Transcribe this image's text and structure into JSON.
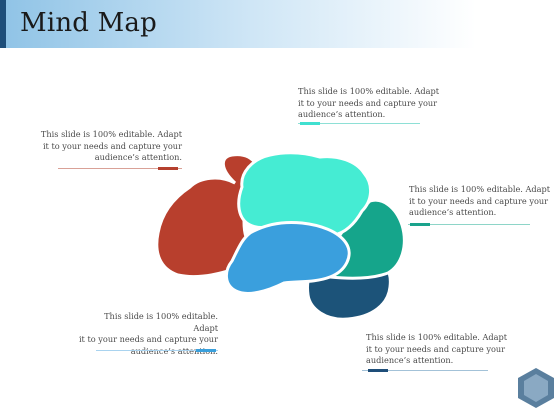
{
  "slide": {
    "title": "Mind Map"
  },
  "notes": [
    {
      "id": "top-center",
      "lines": [
        "This slide is 100% editable. Adapt",
        "it to your needs and capture your",
        "audience’s  attention."
      ],
      "accent_color": "#40e0d0"
    },
    {
      "id": "left-upper",
      "lines": [
        "This slide is 100% editable. Adapt",
        "it to your needs and capture your",
        "audience’s  attention."
      ],
      "accent_color": "#b5402e"
    },
    {
      "id": "right-upper",
      "lines": [
        "This slide is 100% editable. Adapt",
        "it to your needs and capture your",
        "audience’s  attention."
      ],
      "accent_color": "#1aa38c"
    },
    {
      "id": "left-lower",
      "lines": [
        "This slide is 100% editable. Adapt",
        "it to your needs and capture your",
        "audience’s  attention."
      ],
      "accent_color": "#3aa0dc"
    },
    {
      "id": "right-lower",
      "lines": [
        "This slide is 100% editable. Adapt",
        "it to your needs and capture your",
        "audience’s  attention."
      ],
      "accent_color": "#1e4e79"
    }
  ],
  "brain_lobes": {
    "frontal": "#b83f2d",
    "parietal": "#45ecd3",
    "temporal": "#3a9fdd",
    "occipital": "#15a58b",
    "cerebellum": "#1c5379"
  }
}
